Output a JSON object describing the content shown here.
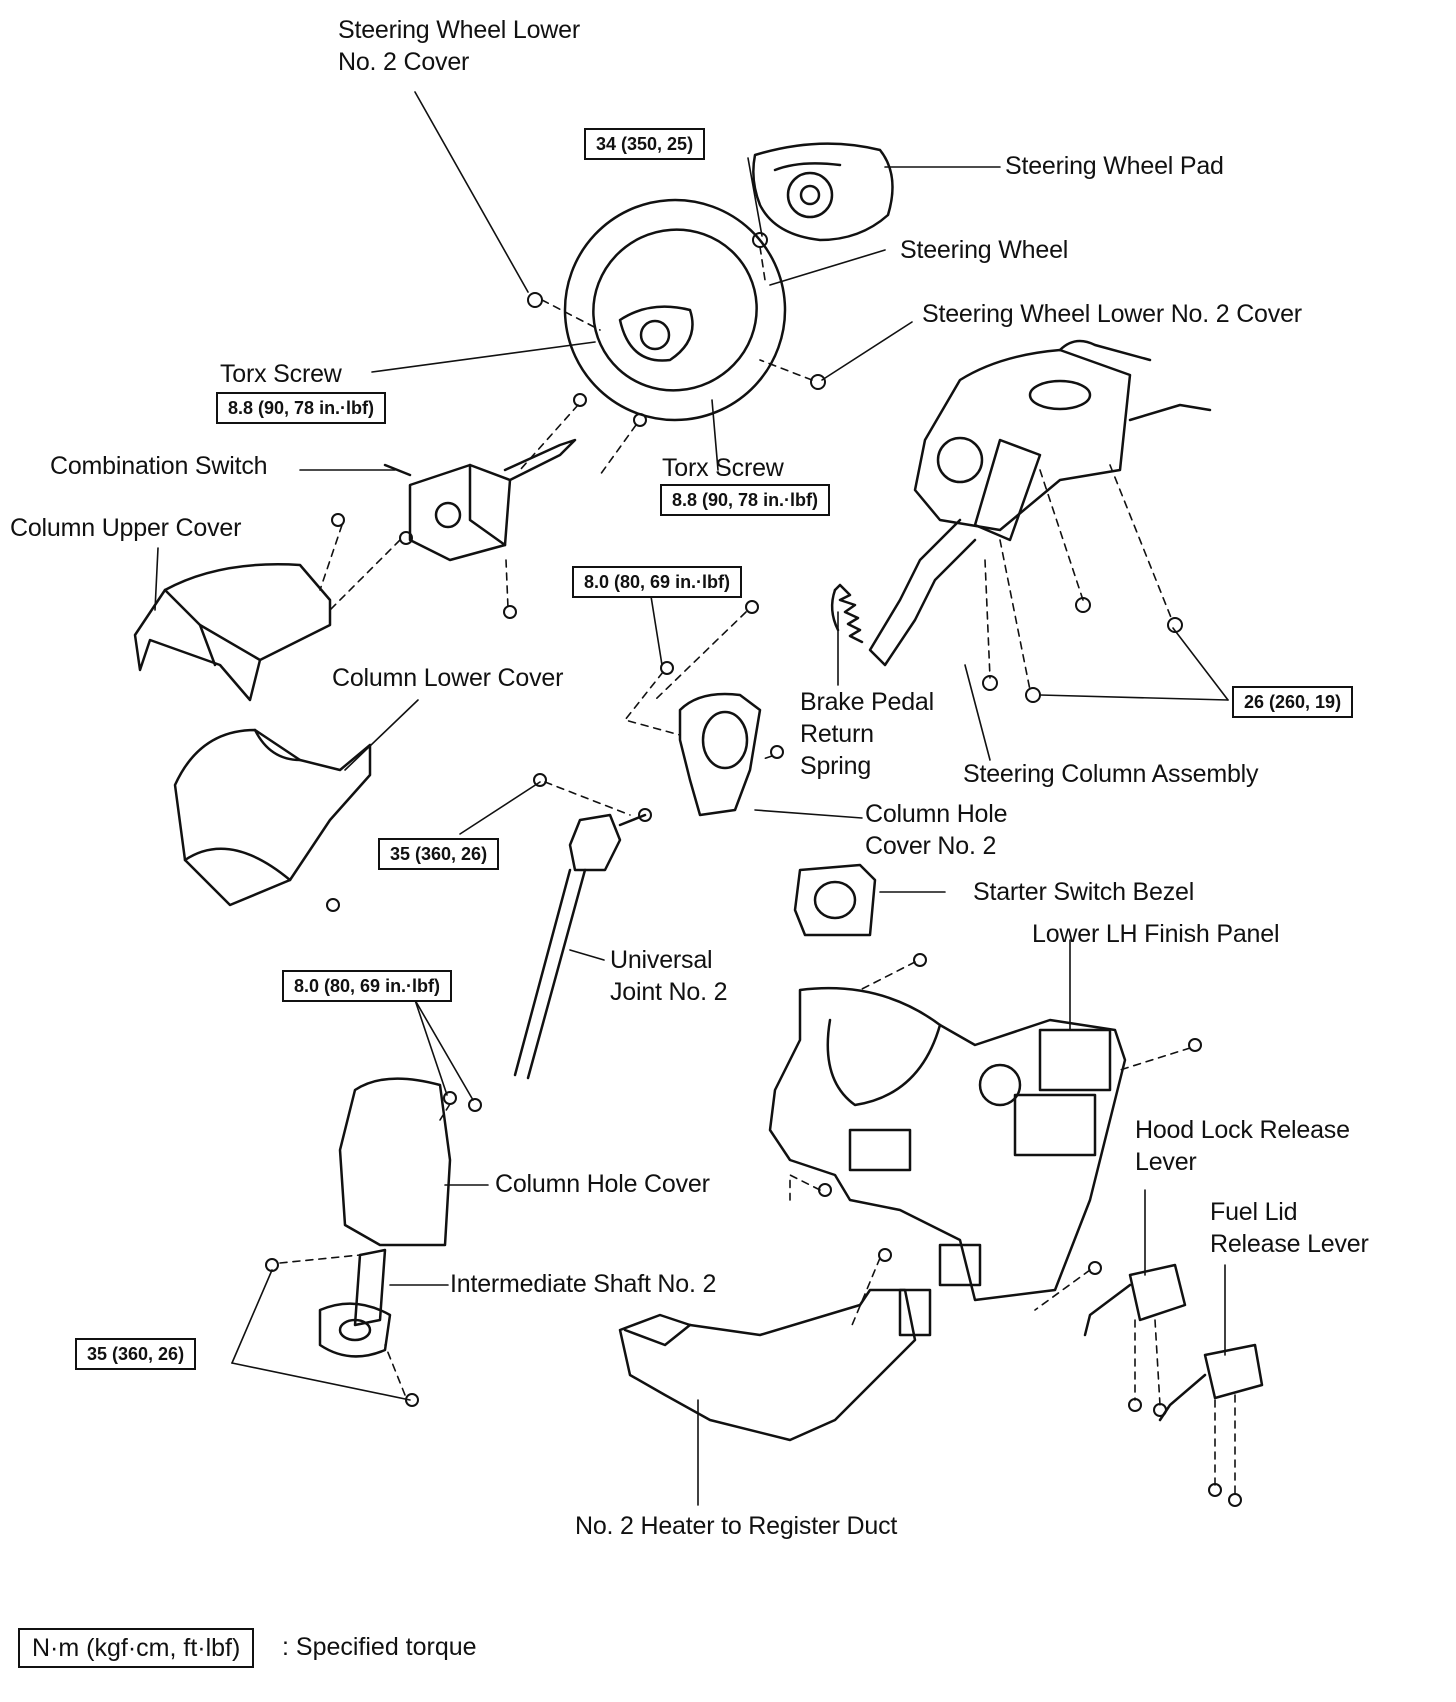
{
  "parts": {
    "sw_lower_cover_a_line1": "Steering Wheel Lower",
    "sw_lower_cover_a_line2": "No. 2 Cover",
    "sw_pad": "Steering Wheel Pad",
    "sw": "Steering Wheel",
    "sw_lower_cover_b": "Steering Wheel Lower No. 2 Cover",
    "torx_left": "Torx Screw",
    "torx_right": "Torx Screw",
    "combo_switch": "Combination Switch",
    "column_upper_cover": "Column Upper Cover",
    "column_lower_cover": "Column Lower Cover",
    "brake_spring_line1": "Brake Pedal",
    "brake_spring_line2": "Return",
    "brake_spring_line3": "Spring",
    "steering_column_assy": "Steering Column Assembly",
    "column_hole_cover2_line1": "Column Hole",
    "column_hole_cover2_line2": "Cover No. 2",
    "starter_bezel": "Starter Switch Bezel",
    "lower_lh_panel": "Lower LH Finish Panel",
    "universal_joint_line1": "Universal",
    "universal_joint_line2": "Joint No. 2",
    "hood_lever_line1": "Hood Lock Release",
    "hood_lever_line2": "Lever",
    "fuel_lever_line1": "Fuel Lid",
    "fuel_lever_line2": "Release Lever",
    "column_hole_cover": "Column Hole Cover",
    "intermediate_shaft": "Intermediate Shaft No. 2",
    "heater_duct": "No. 2 Heater to Register Duct"
  },
  "torques": {
    "t34": "34 (350, 25)",
    "t88a": "8.8 (90, 78 in.·lbf)",
    "t88b": "8.8 (90, 78 in.·lbf)",
    "t80a": "8.0 (80, 69 in.·lbf)",
    "t26": "26 (260, 19)",
    "t35a": "35 (360, 26)",
    "t80b": "8.0 (80, 69 in.·lbf)",
    "t35b": "35 (360, 26)"
  },
  "legend": {
    "box": "N·m (kgf·cm, ft·lbf)",
    "text": ": Specified torque"
  }
}
